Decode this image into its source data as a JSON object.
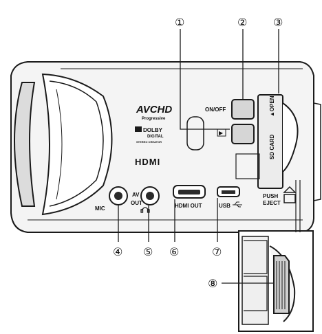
{
  "callouts": [
    {
      "num": "①"
    },
    {
      "num": "②"
    },
    {
      "num": "③"
    },
    {
      "num": "④"
    },
    {
      "num": "⑤"
    },
    {
      "num": "⑥"
    },
    {
      "num": "⑦"
    },
    {
      "num": "⑧"
    }
  ],
  "labels": {
    "avchd": "AVCHD",
    "progressive": "Progressive",
    "dolby": "DOLBY",
    "dolby_sub": "DIGITAL",
    "dolby_sub2": "STEREO CREATOR",
    "hdmi_logo": "HDMI",
    "on_off": "ON/OFF",
    "play_symbol": "▶",
    "sd_card": "SD CARD",
    "open": "▲OPEN",
    "push": "PUSH",
    "eject": "EJECT",
    "mic": "MIC",
    "av": "AV",
    "out": "OUT",
    "headphone": "🎧",
    "hdmi_out": "HDMI OUT",
    "usb": "USB"
  },
  "colors": {
    "line": "#1a1a1a",
    "body_light": "#f2f2f2",
    "body_shade": "#d9d9d9",
    "button_fill": "#d6d6d6",
    "port_fill": "#2b2b2b"
  }
}
